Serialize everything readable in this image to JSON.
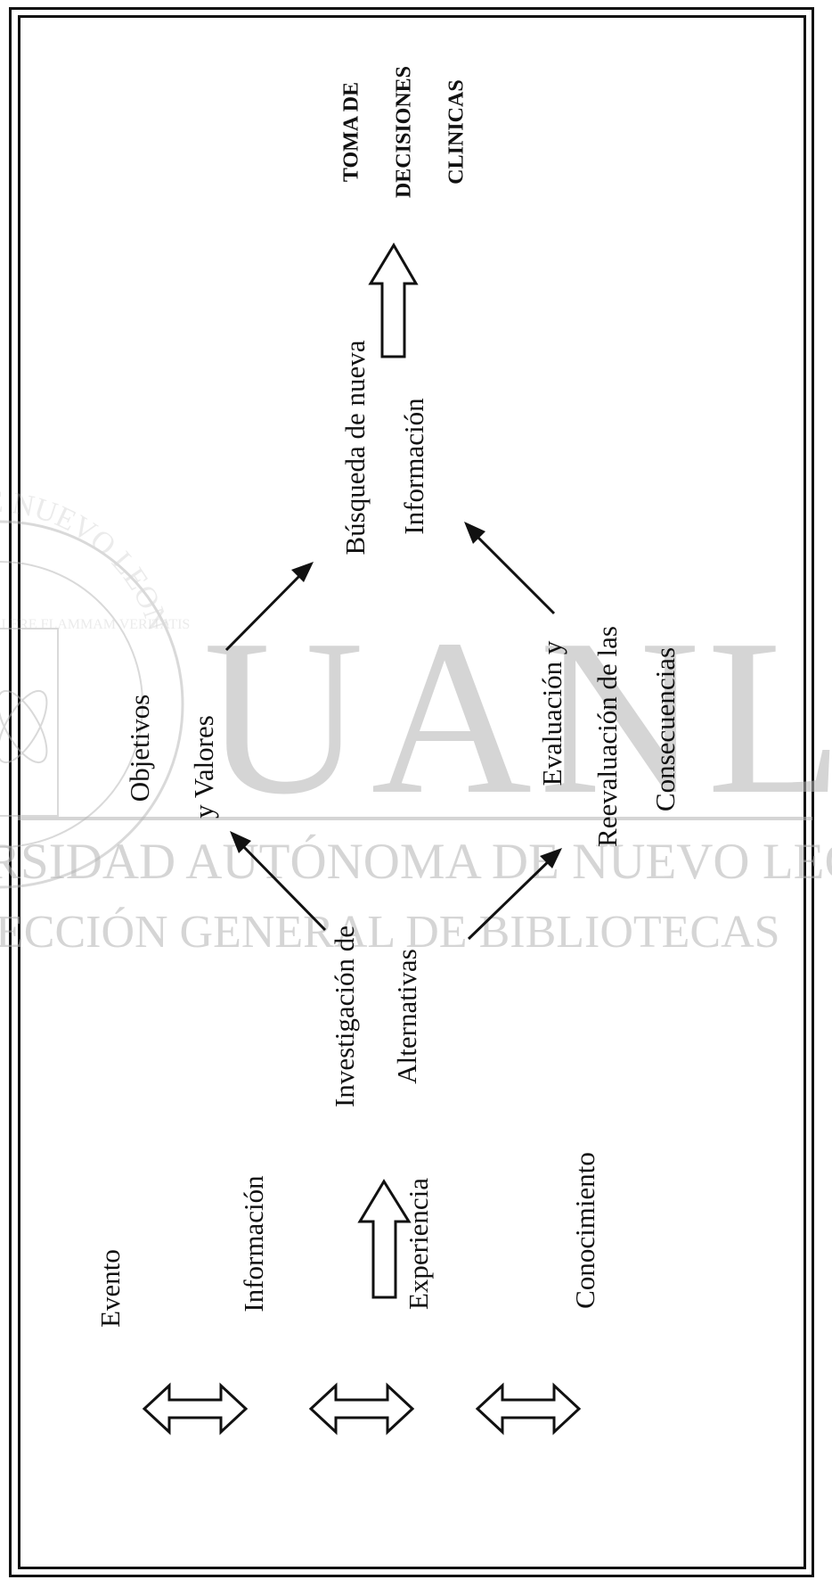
{
  "watermark": {
    "letters": "UANL",
    "line1": "RSIDAD AUTÓNOMA DE NUEVO LEÓN",
    "line2": "ECCIÓN GENERAL DE BIBLIOTECAS",
    "seal_text": "OMA DE NUEVO LEON",
    "seal_motto": "ALERE FLAMMAM VERITATIS",
    "color": "#b4b4b4"
  },
  "diagram": {
    "sources": [
      "Evento",
      "Información",
      "Experiencia",
      "Conocimiento"
    ],
    "investigation": [
      "Investigación de",
      "Alternativas"
    ],
    "objectives": [
      "Objetivos",
      "y Valores"
    ],
    "evaluation": [
      "Evaluación y",
      "Reevaluación de las",
      "Consecuencias"
    ],
    "search": [
      "Búsqueda de nueva",
      "Información"
    ],
    "decision": [
      "TOMA DE",
      "DECISIONES",
      "CLINICAS"
    ]
  }
}
